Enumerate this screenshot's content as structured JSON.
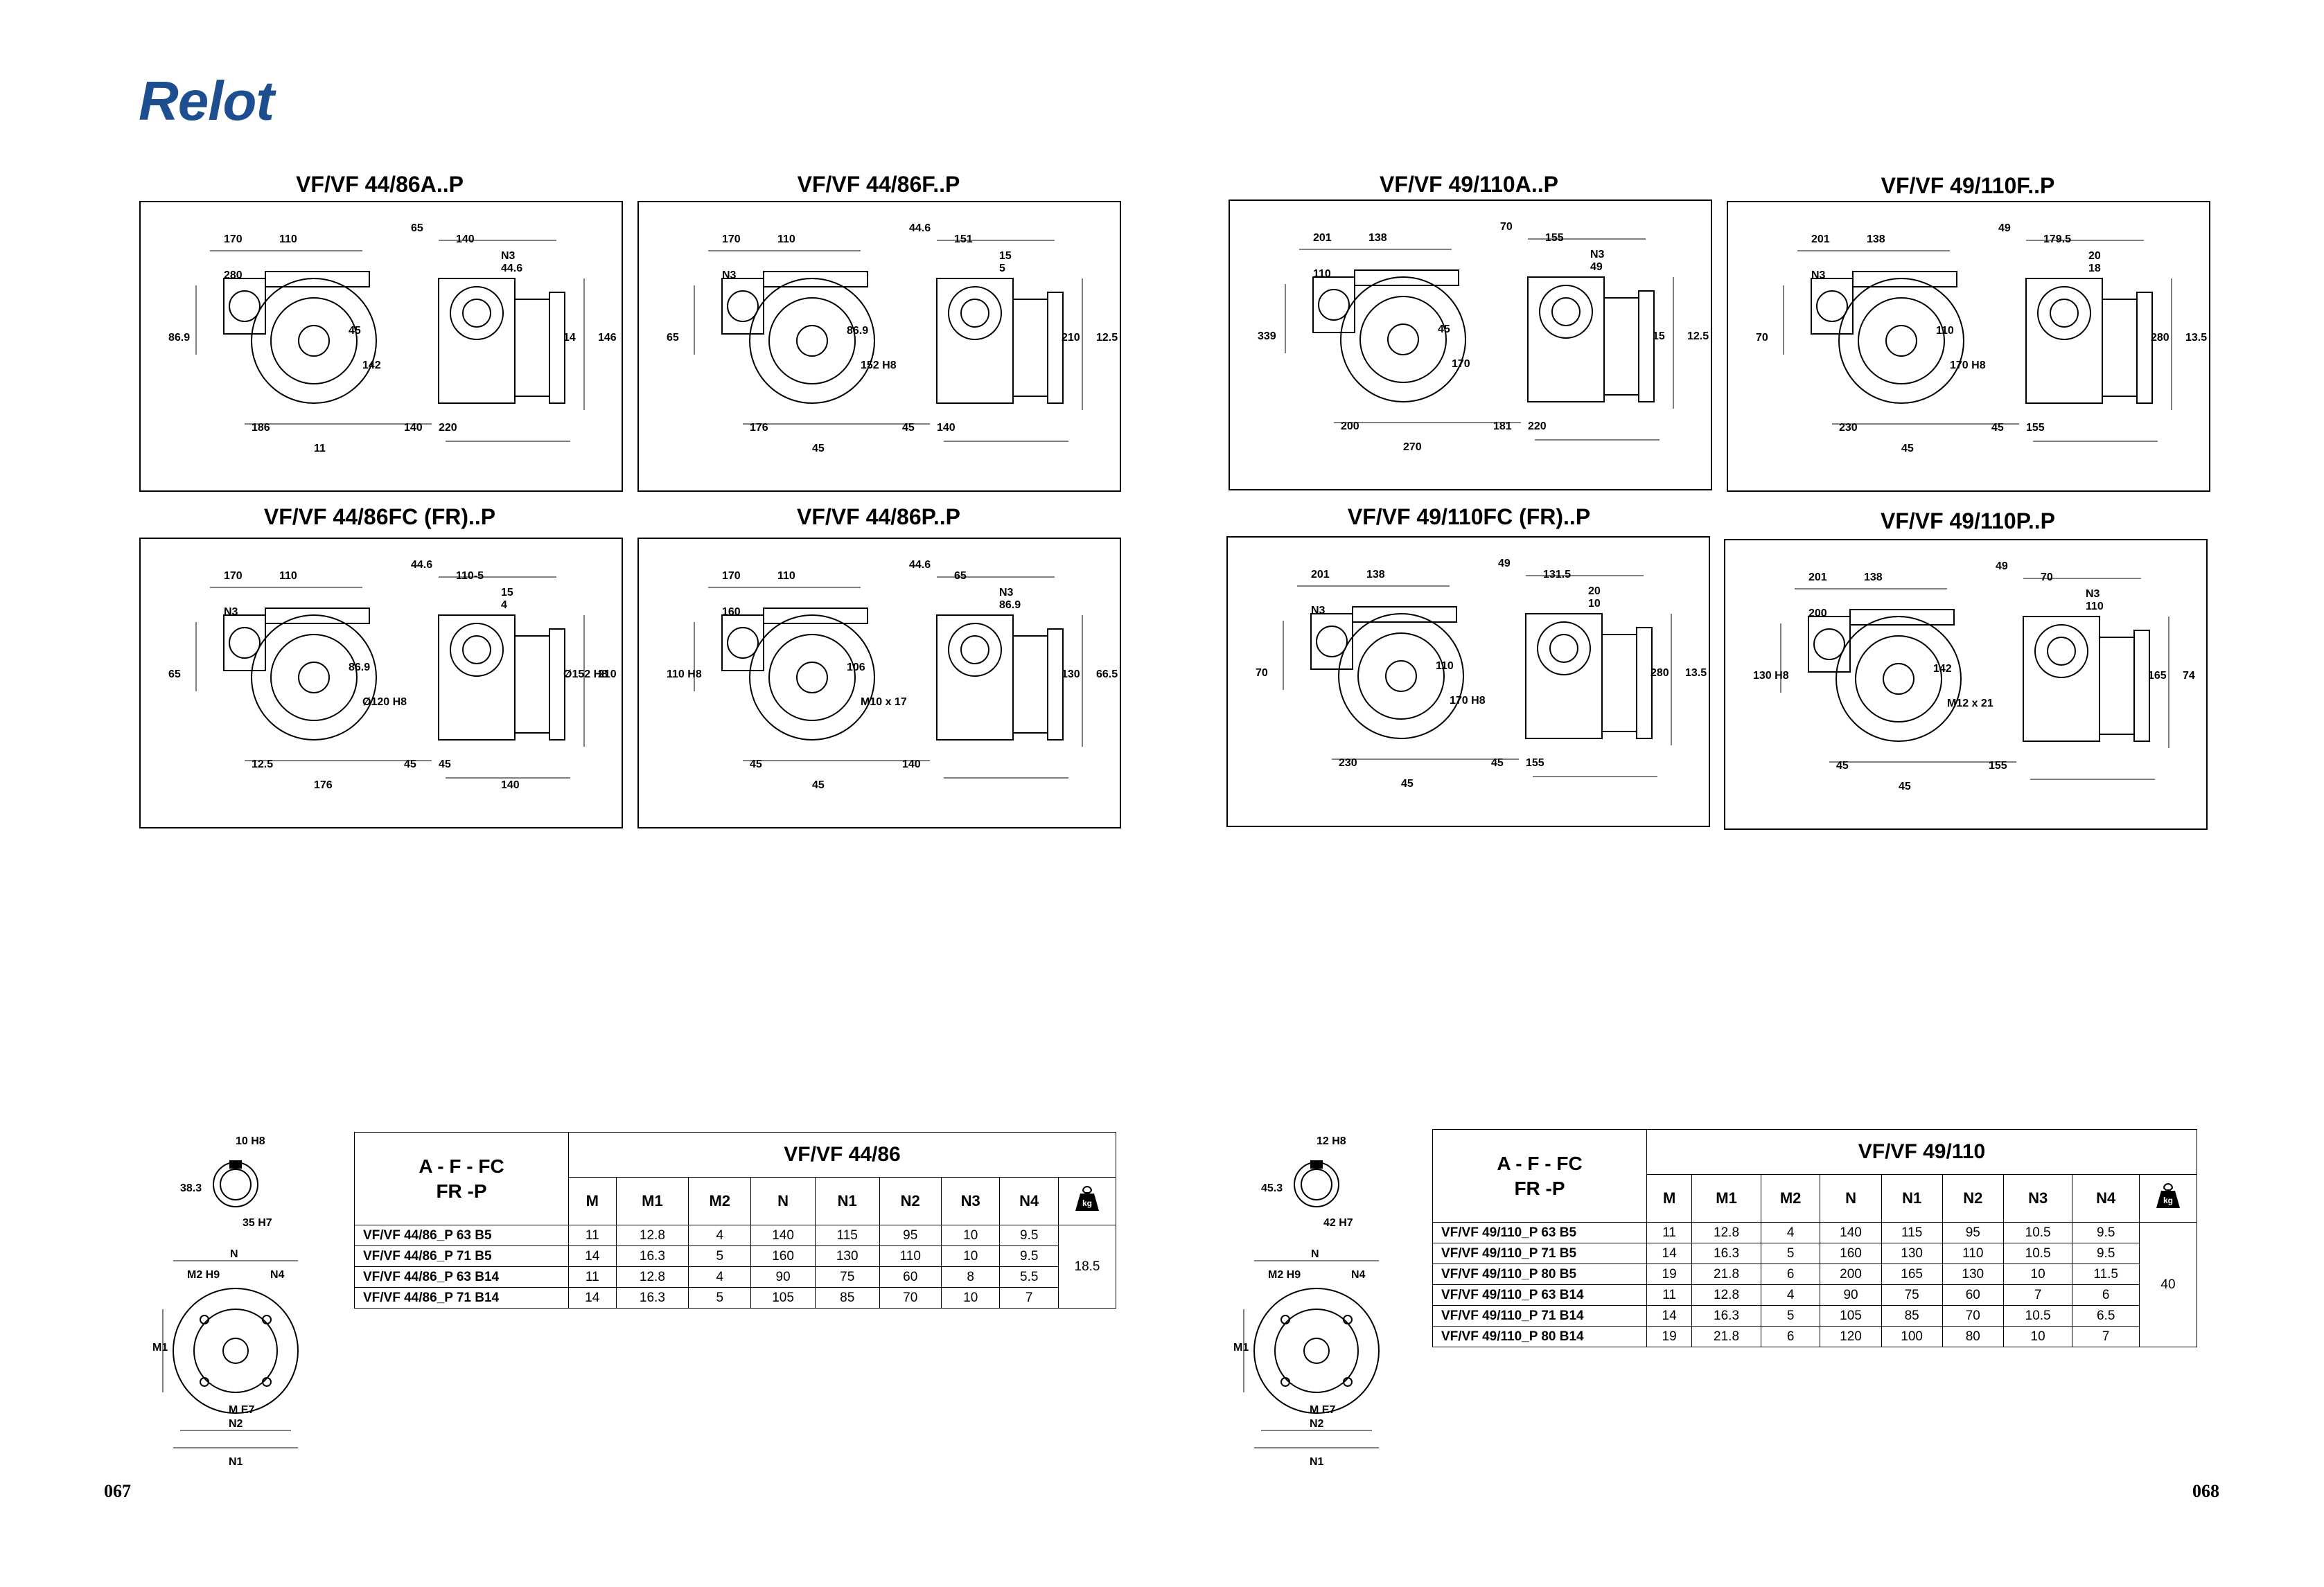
{
  "brand": {
    "logo_text": "Relot"
  },
  "drawings": [
    {
      "title": "VF/VF 44/86A..P",
      "labels": [
        "170",
        "110",
        "65",
        "140",
        "N3",
        "44.6",
        "86.9",
        "280",
        "45",
        "142",
        "14",
        "146",
        "186",
        "11",
        "140",
        "220"
      ]
    },
    {
      "title": "VF/VF 44/86F..P",
      "labels": [
        "170",
        "110",
        "44.6",
        "151",
        "15",
        "5",
        "65",
        "N3",
        "86.9",
        "152 H8",
        "210",
        "12.5",
        "176",
        "45",
        "45",
        "140"
      ]
    },
    {
      "title": "VF/VF 49/110A..P",
      "labels": [
        "201",
        "138",
        "70",
        "155",
        "N3",
        "49",
        "339",
        "110",
        "45",
        "170",
        "15",
        "12.5",
        "200",
        "270",
        "181",
        "220"
      ]
    },
    {
      "title": "VF/VF 49/110F..P",
      "labels": [
        "201",
        "138",
        "49",
        "179.5",
        "20",
        "18",
        "70",
        "N3",
        "110",
        "170 H8",
        "280",
        "13.5",
        "230",
        "45",
        "45",
        "155"
      ]
    },
    {
      "title": "VF/VF 44/86FC (FR)..P",
      "labels": [
        "170",
        "110",
        "44.6",
        "110-5",
        "15",
        "4",
        "65",
        "N3",
        "86.9",
        "Ø120 H8",
        "Ø152 H8",
        "210",
        "12.5",
        "176",
        "45",
        "45",
        "140"
      ]
    },
    {
      "title": "VF/VF 44/86P..P",
      "labels": [
        "170",
        "110",
        "44.6",
        "65",
        "N3",
        "86.9",
        "110 H8",
        "160",
        "106",
        "M10 x 17",
        "130",
        "66.5",
        "45",
        "45",
        "140"
      ]
    },
    {
      "title": "VF/VF 49/110FC (FR)..P",
      "labels": [
        "201",
        "138",
        "49",
        "131.5",
        "20",
        "10",
        "70",
        "N3",
        "110",
        "170 H8",
        "280",
        "13.5",
        "230",
        "45",
        "45",
        "155"
      ]
    },
    {
      "title": "VF/VF 49/110P..P",
      "labels": [
        "201",
        "138",
        "49",
        "70",
        "N3",
        "110",
        "130 H8",
        "200",
        "142",
        "M12 x 21",
        "165",
        "74",
        "45",
        "45",
        "155"
      ]
    }
  ],
  "flanges": [
    {
      "shaft_labels": [
        "10 H8",
        "38.3",
        "35 H7"
      ],
      "labels": [
        "N",
        "M2 H9",
        "N4",
        "M1",
        "M E7",
        "N2",
        "N1"
      ]
    },
    {
      "shaft_labels": [
        "12 H8",
        "45.3",
        "42 H7"
      ],
      "labels": [
        "N",
        "M2 H9",
        "N4",
        "M1",
        "M E7",
        "N2",
        "N1"
      ]
    }
  ],
  "tables": [
    {
      "header_a": "A - F - FC",
      "header_b": "FR -P",
      "title": "VF/VF 44/86",
      "columns": [
        "M",
        "M1",
        "M2",
        "N",
        "N1",
        "N2",
        "N3",
        "N4"
      ],
      "weight_icon": "kg",
      "weight": "18.5",
      "rows": [
        {
          "label": "VF/VF 44/86_P 63 B5",
          "cells": [
            "11",
            "12.8",
            "4",
            "140",
            "115",
            "95",
            "10",
            "9.5"
          ]
        },
        {
          "label": "VF/VF 44/86_P 71 B5",
          "cells": [
            "14",
            "16.3",
            "5",
            "160",
            "130",
            "110",
            "10",
            "9.5"
          ]
        },
        {
          "label": "VF/VF 44/86_P 63 B14",
          "cells": [
            "11",
            "12.8",
            "4",
            "90",
            "75",
            "60",
            "8",
            "5.5"
          ]
        },
        {
          "label": "VF/VF 44/86_P 71 B14",
          "cells": [
            "14",
            "16.3",
            "5",
            "105",
            "85",
            "70",
            "10",
            "7"
          ]
        }
      ]
    },
    {
      "header_a": "A - F - FC",
      "header_b": "FR -P",
      "title": "VF/VF 49/110",
      "columns": [
        "M",
        "M1",
        "M2",
        "N",
        "N1",
        "N2",
        "N3",
        "N4"
      ],
      "weight_icon": "kg",
      "weight": "40",
      "rows": [
        {
          "label": "VF/VF 49/110_P 63 B5",
          "cells": [
            "11",
            "12.8",
            "4",
            "140",
            "115",
            "95",
            "10.5",
            "9.5"
          ]
        },
        {
          "label": "VF/VF 49/110_P 71 B5",
          "cells": [
            "14",
            "16.3",
            "5",
            "160",
            "130",
            "110",
            "10.5",
            "9.5"
          ]
        },
        {
          "label": "VF/VF 49/110_P 80 B5",
          "cells": [
            "19",
            "21.8",
            "6",
            "200",
            "165",
            "130",
            "10",
            "11.5"
          ]
        },
        {
          "label": "VF/VF 49/110_P 63 B14",
          "cells": [
            "11",
            "12.8",
            "4",
            "90",
            "75",
            "60",
            "7",
            "6"
          ]
        },
        {
          "label": "VF/VF 49/110_P 71 B14",
          "cells": [
            "14",
            "16.3",
            "5",
            "105",
            "85",
            "70",
            "10.5",
            "6.5"
          ]
        },
        {
          "label": "VF/VF 49/110_P 80 B14",
          "cells": [
            "19",
            "21.8",
            "6",
            "120",
            "100",
            "80",
            "10",
            "7"
          ]
        }
      ]
    }
  ],
  "page_numbers": {
    "left": "067",
    "right": "068"
  }
}
